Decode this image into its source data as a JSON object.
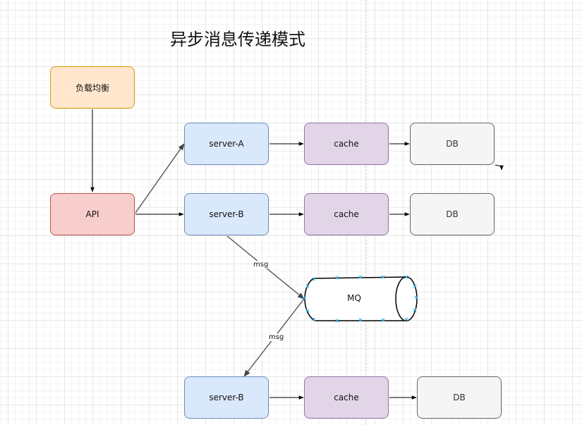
{
  "diagram": {
    "title": "异步消息传递模式",
    "nodes": {
      "lb": "负载均衡",
      "api": "API",
      "server_a": "server-A",
      "server_b1": "server-B",
      "server_b2": "server-B",
      "cache_a": "cache",
      "cache_b1": "cache",
      "cache_b2": "cache",
      "db_a": "DB",
      "db_b1": "DB",
      "db_b2": "DB",
      "mq": "MQ"
    },
    "edge_labels": {
      "server_b_to_mq": "msg",
      "mq_to_server_b": "msg"
    },
    "colors": {
      "load_balancer_fill": "#ffe6cc",
      "api_fill": "#f8cecc",
      "server_fill": "#dae8fc",
      "cache_fill": "#e1d5e7",
      "db_fill": "#f5f5f5",
      "selection_handle": "#29b6f2"
    }
  }
}
